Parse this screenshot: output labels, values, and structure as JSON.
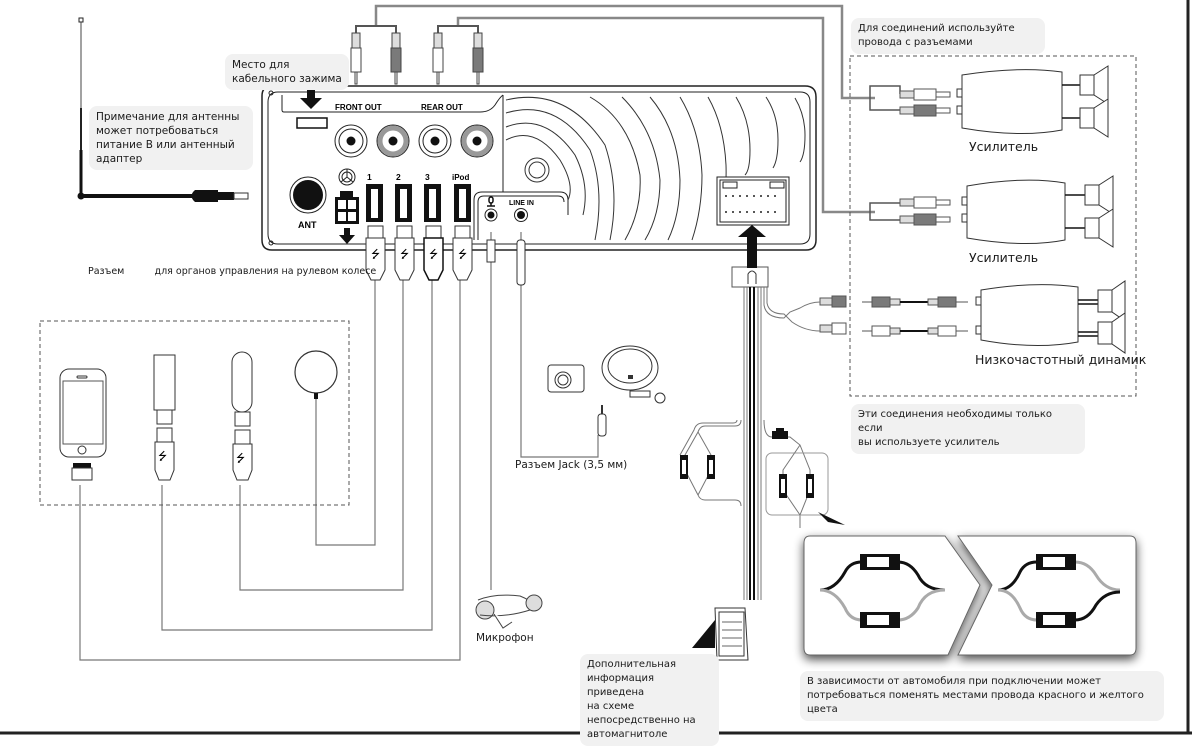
{
  "notes": {
    "cable_clamp": "Место для\nкабельного зажима",
    "antenna": "Примечание  для антенны\nможет потребоваться\nпитание     В или антенный\nадаптер",
    "use_wires": "Для соединений используйте\n провода с разъемами",
    "amp_only": "Эти соединения необходимы только  если\nвы используете усилитель",
    "more_info": "Дополнительная\nинформация приведена\nна схеме\nнепосредственно на\nавтомагнитоле",
    "swap_wires": "В зависимости от автомобиля  при подключении может\nпотребоваться поменять местами провода красного и желтого цвета"
  },
  "labels": {
    "steering_connector": "Разъем          для органов управления на рулевом колесе",
    "amplifier_1": "Усилитель",
    "amplifier_2": "Усилитель",
    "subwoofer": "Низкочастотный динамик",
    "jack": "Разъем Jack (3,5 мм)",
    "microphone": "Микрофон"
  },
  "panel": {
    "front_out": "FRONT OUT",
    "rear_out": "REAR OUT",
    "ant": "ANT",
    "usb_ports": [
      "1",
      "2",
      "3",
      "iPod"
    ],
    "line_in": "LINE IN"
  },
  "colors": {
    "line": "#1a1a1a",
    "wire_gray": "#8a8a8a",
    "red_plug": "#7a7a7a",
    "note_bg": "#f1f1f1"
  }
}
